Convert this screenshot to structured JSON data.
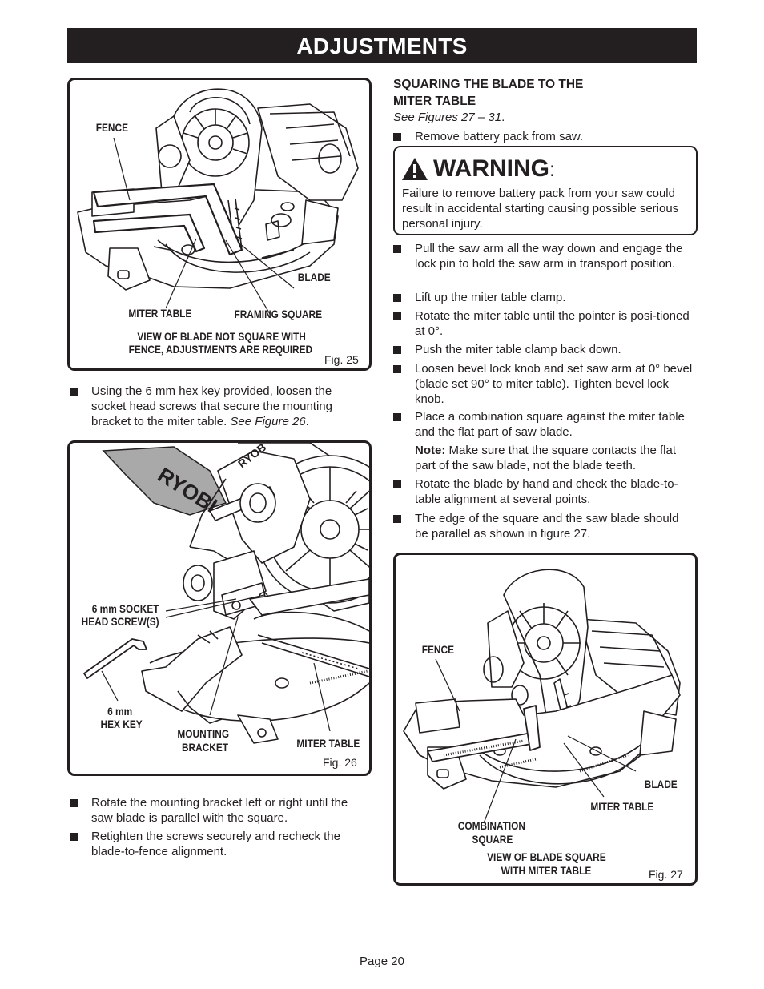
{
  "header": {
    "title": "ADJUSTMENTS"
  },
  "fig25": {
    "labels": {
      "fence": "FENCE",
      "blade": "BLADE",
      "miter_table": "MITER TABLE",
      "framing_square": "FRAMING SQUARE"
    },
    "caption_line1": "VIEW OF BLADE NOT SQUARE WITH",
    "caption_line2": "FENCE, ADJUSTMENTS ARE REQUIRED",
    "figure_number": "Fig. 25"
  },
  "left_steps_1": [
    {
      "text": "Using the 6 mm hex key provided, loosen the socket head screws that secure the mounting bracket to the miter table.",
      "ref": "See Figure 26"
    }
  ],
  "fig26": {
    "labels": {
      "socket_screw_1": "6 mm SOCKET",
      "socket_screw_2": "HEAD SCREW(S)",
      "hex_key_1": "6 mm",
      "hex_key_2": "HEX KEY",
      "mounting_1": "MOUNTING",
      "mounting_2": "BRACKET",
      "miter_table": "MITER TABLE",
      "brand": "RYOBI"
    },
    "figure_number": "Fig. 26"
  },
  "left_steps_2": [
    "Rotate the mounting bracket left or right until the saw blade is parallel with the square.",
    "Retighten the screws securely and recheck the blade-to-fence alignment."
  ],
  "section": {
    "title_line1": "SQUARING THE BLADE TO THE",
    "title_line2": "MITER TABLE",
    "see_figures": "See Figures 27 – 31",
    "first_step": "Remove battery pack from saw."
  },
  "warning": {
    "title": "WARNING",
    "colon": ":",
    "text": "Failure to remove battery pack from your saw could result in accidental starting causing possible serious personal injury."
  },
  "right_steps": [
    "Pull the saw arm all the way down and engage the lock pin to hold the saw arm in transport position.",
    "Lift up the miter table clamp.",
    "Rotate the miter table until the pointer is posi-tioned at 0°.",
    "Push the miter table clamp back down.",
    "Loosen bevel lock knob and set saw arm at 0° bevel (blade set 90° to miter table). Tighten bevel lock knob.",
    "Place a combination square against the miter table and the flat part of saw blade."
  ],
  "note": {
    "label": "Note:",
    "text": " Make sure that the square contacts the flat part of the saw blade, not the blade teeth."
  },
  "right_steps_2": [
    "Rotate the blade by hand and check the blade-to-table alignment at several points.",
    "The edge of the square and the saw blade should be parallel as shown in figure 27."
  ],
  "fig27": {
    "labels": {
      "fence": "FENCE",
      "blade": "BLADE",
      "miter_table": "MITER TABLE",
      "combination_1": "COMBINATION",
      "combination_2": "SQUARE"
    },
    "caption_line1": "VIEW OF BLADE SQUARE",
    "caption_line2": "WITH MITER TABLE",
    "figure_number": "Fig. 27"
  },
  "footer": {
    "page": "Page 20"
  },
  "icons": {
    "warning": "warning-triangle-icon",
    "bullet": "square-bullet-icon"
  }
}
